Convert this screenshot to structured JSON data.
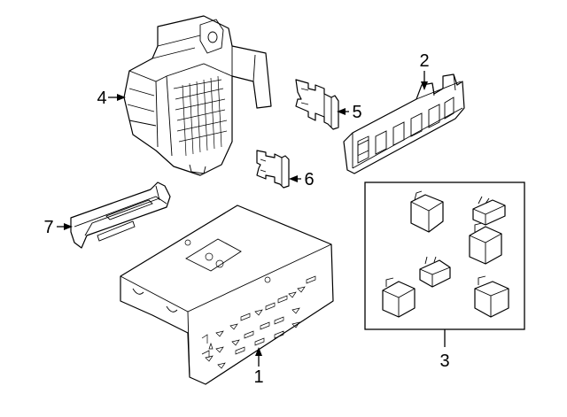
{
  "diagram": {
    "parts": [
      {
        "callout": "1",
        "kind": "fuse-relay-junction-box"
      },
      {
        "callout": "2",
        "kind": "relay-fuse-holder-bracket"
      },
      {
        "callout": "3",
        "kind": "relay-kit"
      },
      {
        "callout": "4",
        "kind": "fuse-box-cover"
      },
      {
        "callout": "5",
        "kind": "blade-fuse-large"
      },
      {
        "callout": "6",
        "kind": "blade-fuse-small"
      },
      {
        "callout": "7",
        "kind": "fuse-puller"
      }
    ],
    "colors": {
      "line": "#000000",
      "background": "#ffffff"
    }
  }
}
